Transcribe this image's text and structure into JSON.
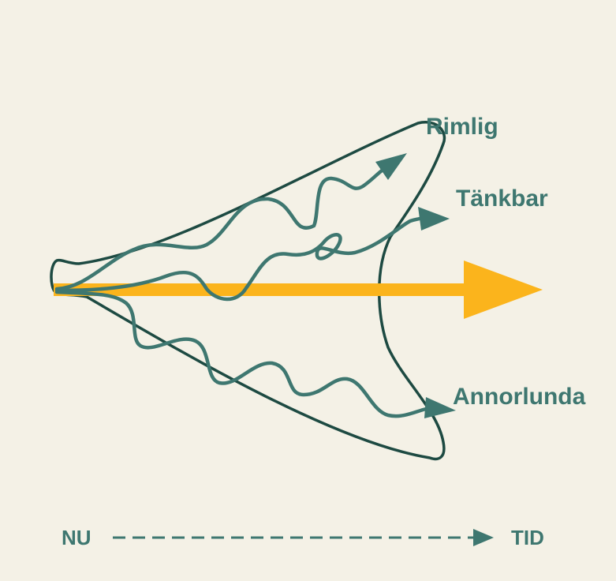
{
  "labels": {
    "rimlig": "Rimlig",
    "tankbar": "Tänkbar",
    "annorlunda": "Annorlunda",
    "nu": "NU",
    "tid": "TID"
  },
  "colors": {
    "background": "#f4f1e6",
    "outline": "#1d4a42",
    "path": "#3e7770",
    "main_arrow": "#fbb41c",
    "text": "#3e7770"
  }
}
